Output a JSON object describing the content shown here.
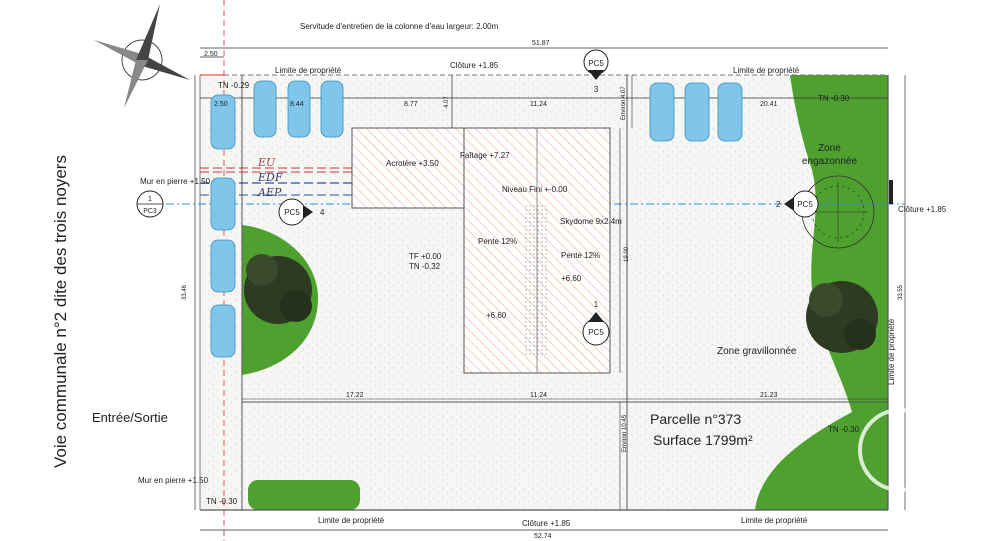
{
  "plan": {
    "road_label": "Voie communale n°2 dite des trois noyers",
    "servitude": "Servitude d'entretien de la colonne d'eau largeur: 2.00m",
    "limits": {
      "top_left": "Limite de propriété",
      "top_right": "Limite de propriété",
      "bottom_left": "Limite de propriété",
      "bottom_right": "Limite de propriété",
      "right_vertical": "Limite de propriété"
    },
    "cloture": {
      "top": "Clôture +1.85",
      "bottom": "Clôture +1.85",
      "right": "Clôture +1.85"
    },
    "dims": {
      "total_top": "51.87",
      "total_bottom": "52.74",
      "left_margin": "2.50",
      "left_margin_2": "2.50",
      "parking_width": "8.44",
      "gap_1": "8.77",
      "gap_2": "11.24",
      "gap_3": "20.41",
      "vertical_small": "4.07",
      "environ_top": "Environ 4.07",
      "left_height": "33.46",
      "right_height": "33.55",
      "bottom_left": "17.22",
      "bottom_mid": "11.24",
      "bottom_right": "21.23",
      "mid_vertical": "19.00",
      "environ_bottom": "Environ 10.45"
    },
    "tn": {
      "top_left": "TN -0.29",
      "top_right": "TN -0.30",
      "bottom_left": "TN -0.30",
      "bottom_right": "TN -0.30",
      "house": "TN -0.32"
    },
    "house": {
      "acrotere": "Acrotère +3.50",
      "faitage": "Faîtage +7.27",
      "niveau": "Niveau Fini +-0.00",
      "skydome": "Skydome 9x2.4m",
      "pente_left": "Pente 12%",
      "pente_right": "Pente 12%",
      "tf": "TF +0.00",
      "h1": "+6.60",
      "h2": "+6.60"
    },
    "mur": {
      "top": "Mur en pierre +1.50",
      "bottom": "Mur en pierre +1.50"
    },
    "networks": [
      "EU",
      "EDF",
      "AEP"
    ],
    "markers": {
      "pc5_top": "PC5",
      "pc5_top_num": "3",
      "pc5_left": "PC5",
      "pc5_left_num": "4",
      "pc5_right": "PC5",
      "pc5_right_num": "2",
      "pc5_mid": "PC5",
      "pc5_mid_num": "1",
      "pc3": "PC3",
      "pc3_num": "1"
    },
    "zones": {
      "engazonnee_1": "Zone",
      "engazonnee_2": "engazonnée",
      "gravillonnee": "Zone gravillonnée"
    },
    "entree": "Entrée/Sortie",
    "parcel": "Parcelle n°373",
    "surface": "Surface 1799m²"
  },
  "colors": {
    "grass": "#4ea12e",
    "gravel": "#f4f4f2",
    "hatch": "#e8a99a",
    "car": "#7fc6ea",
    "tree": "#2e3a22",
    "axis": "#3a8fd8",
    "eu_line": "#c03a3a",
    "aep_line": "#2b4fa8"
  }
}
